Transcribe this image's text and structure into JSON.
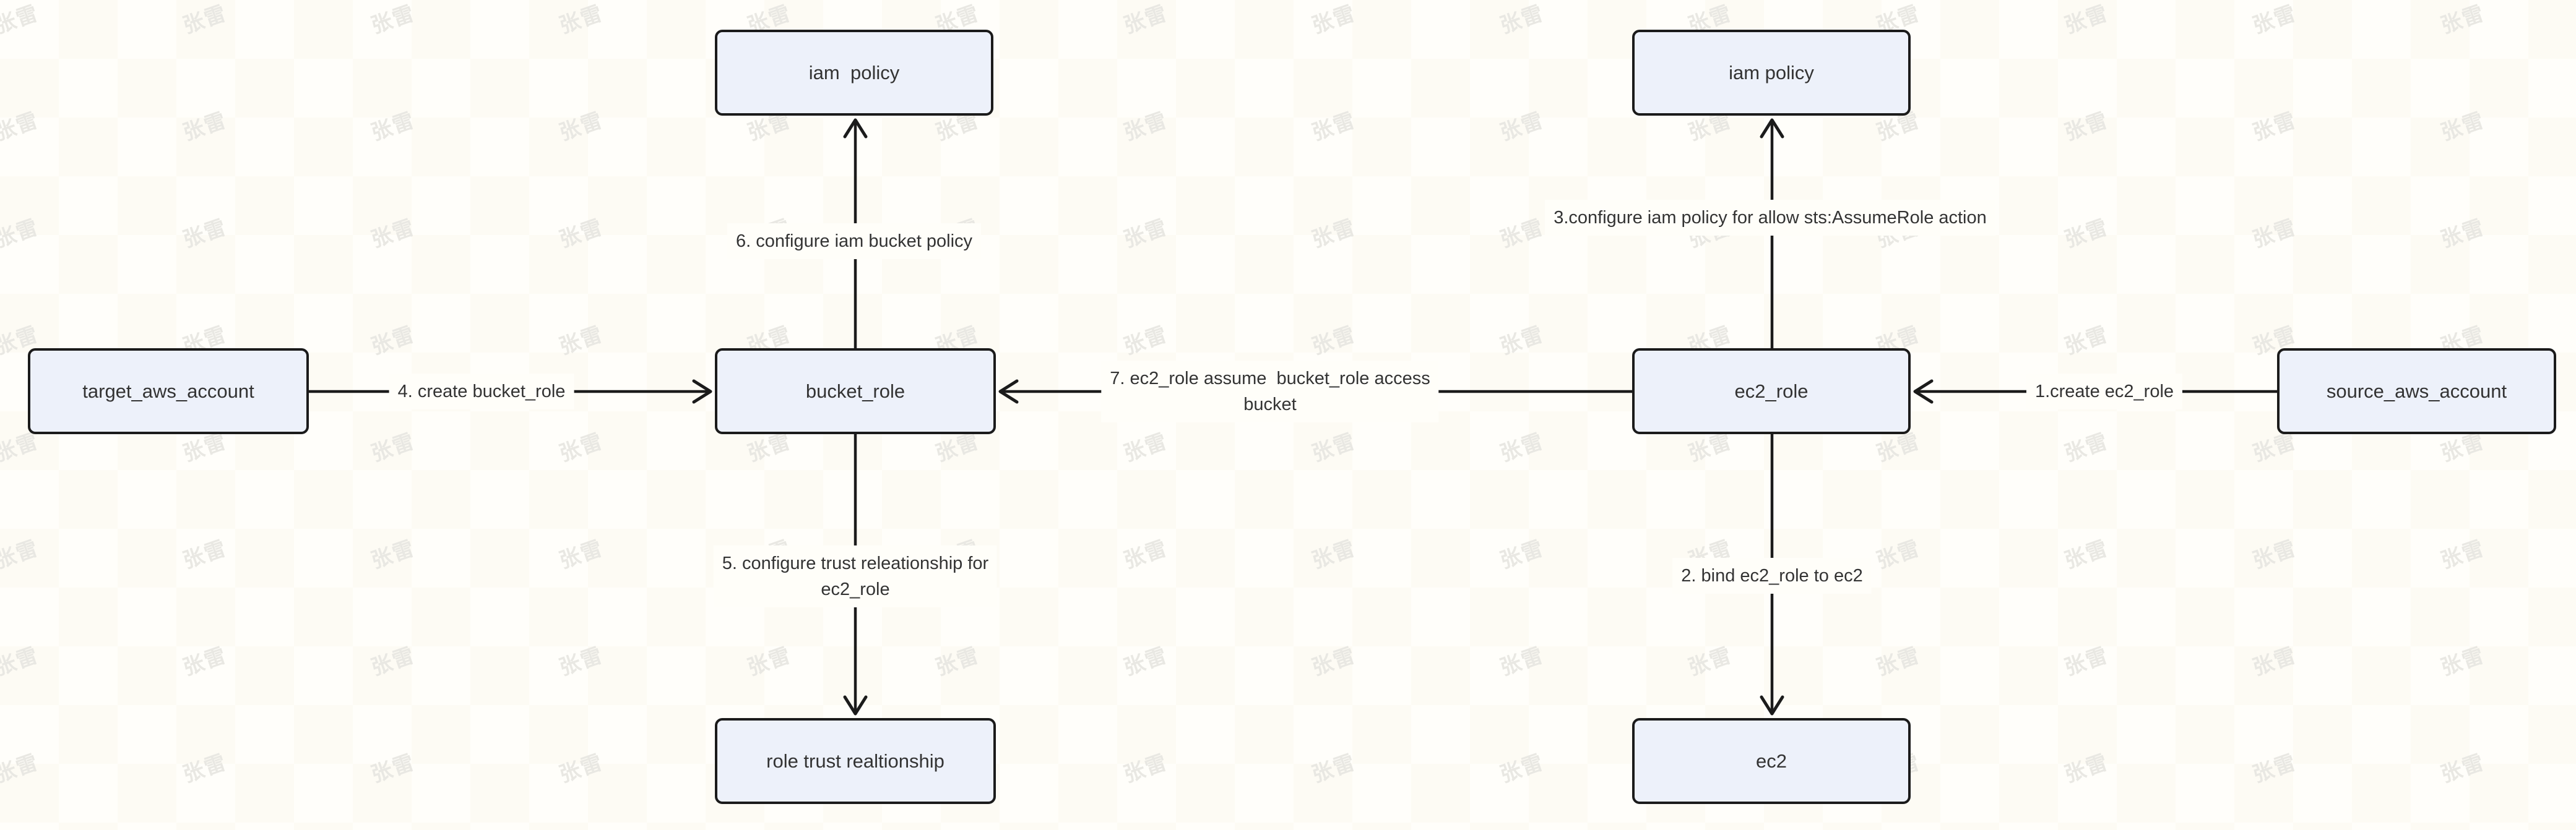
{
  "page": {
    "background": "#fffef9"
  },
  "watermark": {
    "text": "张雷"
  },
  "diagram": {
    "type": "flowchart",
    "colors": {
      "node_fill": "#edf1fa",
      "node_border": "#1b1b1b",
      "edge_line": "#1b1b1b",
      "text": "#333333",
      "watermark": "#e9e8e3"
    },
    "nodes": [
      {
        "id": "iam_policy_left",
        "label": "iam  policy"
      },
      {
        "id": "iam_policy_right",
        "label": "iam policy"
      },
      {
        "id": "target_aws_account",
        "label": "target_aws_account"
      },
      {
        "id": "bucket_role",
        "label": "bucket_role"
      },
      {
        "id": "ec2_role",
        "label": "ec2_role"
      },
      {
        "id": "source_aws_account",
        "label": "source_aws_account"
      },
      {
        "id": "role_trust_realtionship",
        "label": "role trust realtionship"
      },
      {
        "id": "ec2",
        "label": "ec2"
      }
    ],
    "edges": [
      {
        "from": "source_aws_account",
        "to": "ec2_role",
        "label": "1.create ec2_role"
      },
      {
        "from": "ec2_role",
        "to": "ec2",
        "label": "2. bind ec2_role to ec2"
      },
      {
        "from": "ec2_role",
        "to": "iam_policy_right",
        "label": "3.configure iam policy for allow sts:AssumeRole action"
      },
      {
        "from": "target_aws_account",
        "to": "bucket_role",
        "label": "4. create bucket_role"
      },
      {
        "from": "bucket_role",
        "to": "role_trust_realtionship",
        "label": "5. configure trust releationship for\nec2_role"
      },
      {
        "from": "bucket_role",
        "to": "iam_policy_left",
        "label": "6. configure iam bucket policy"
      },
      {
        "from": "ec2_role",
        "to": "bucket_role",
        "label": "7. ec2_role assume  bucket_role access\nbucket"
      }
    ]
  }
}
